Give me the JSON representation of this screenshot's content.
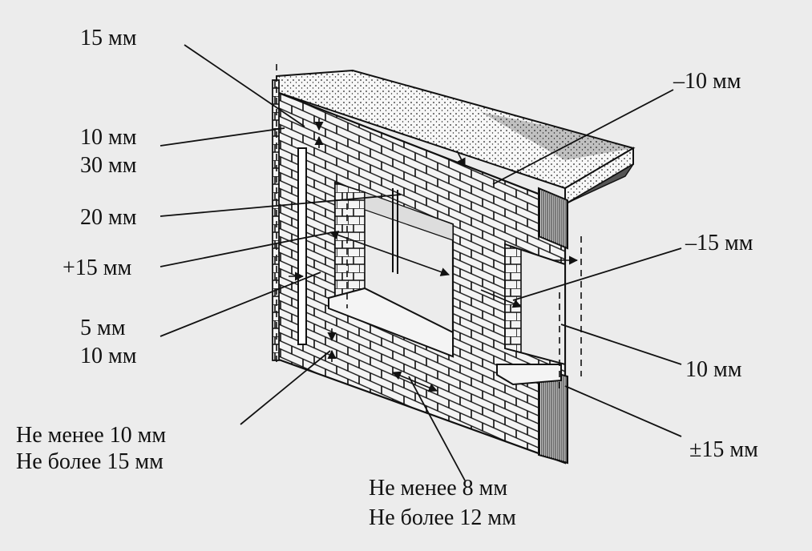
{
  "labels": {
    "top_left_15": "15 мм",
    "left_10": "10 мм",
    "left_30": "30 мм",
    "left_20": "20 мм",
    "left_plus15": "+15 мм",
    "left_5": "5 мм",
    "left_10b": "10 мм",
    "bottom_left_line1": "Не менее 10 мм",
    "bottom_left_line2": "Не более 15 мм",
    "bottom_mid_line1": "Не менее 8 мм",
    "bottom_mid_line2": "Не более 12 мм",
    "right_minus10": "–10 мм",
    "right_minus15": "–15 мм",
    "right_10": "10 мм",
    "right_pm15": "±15 мм"
  },
  "colors": {
    "ink": "#111111",
    "paper": "#ececec",
    "brick_face": "#f4f4f4"
  }
}
